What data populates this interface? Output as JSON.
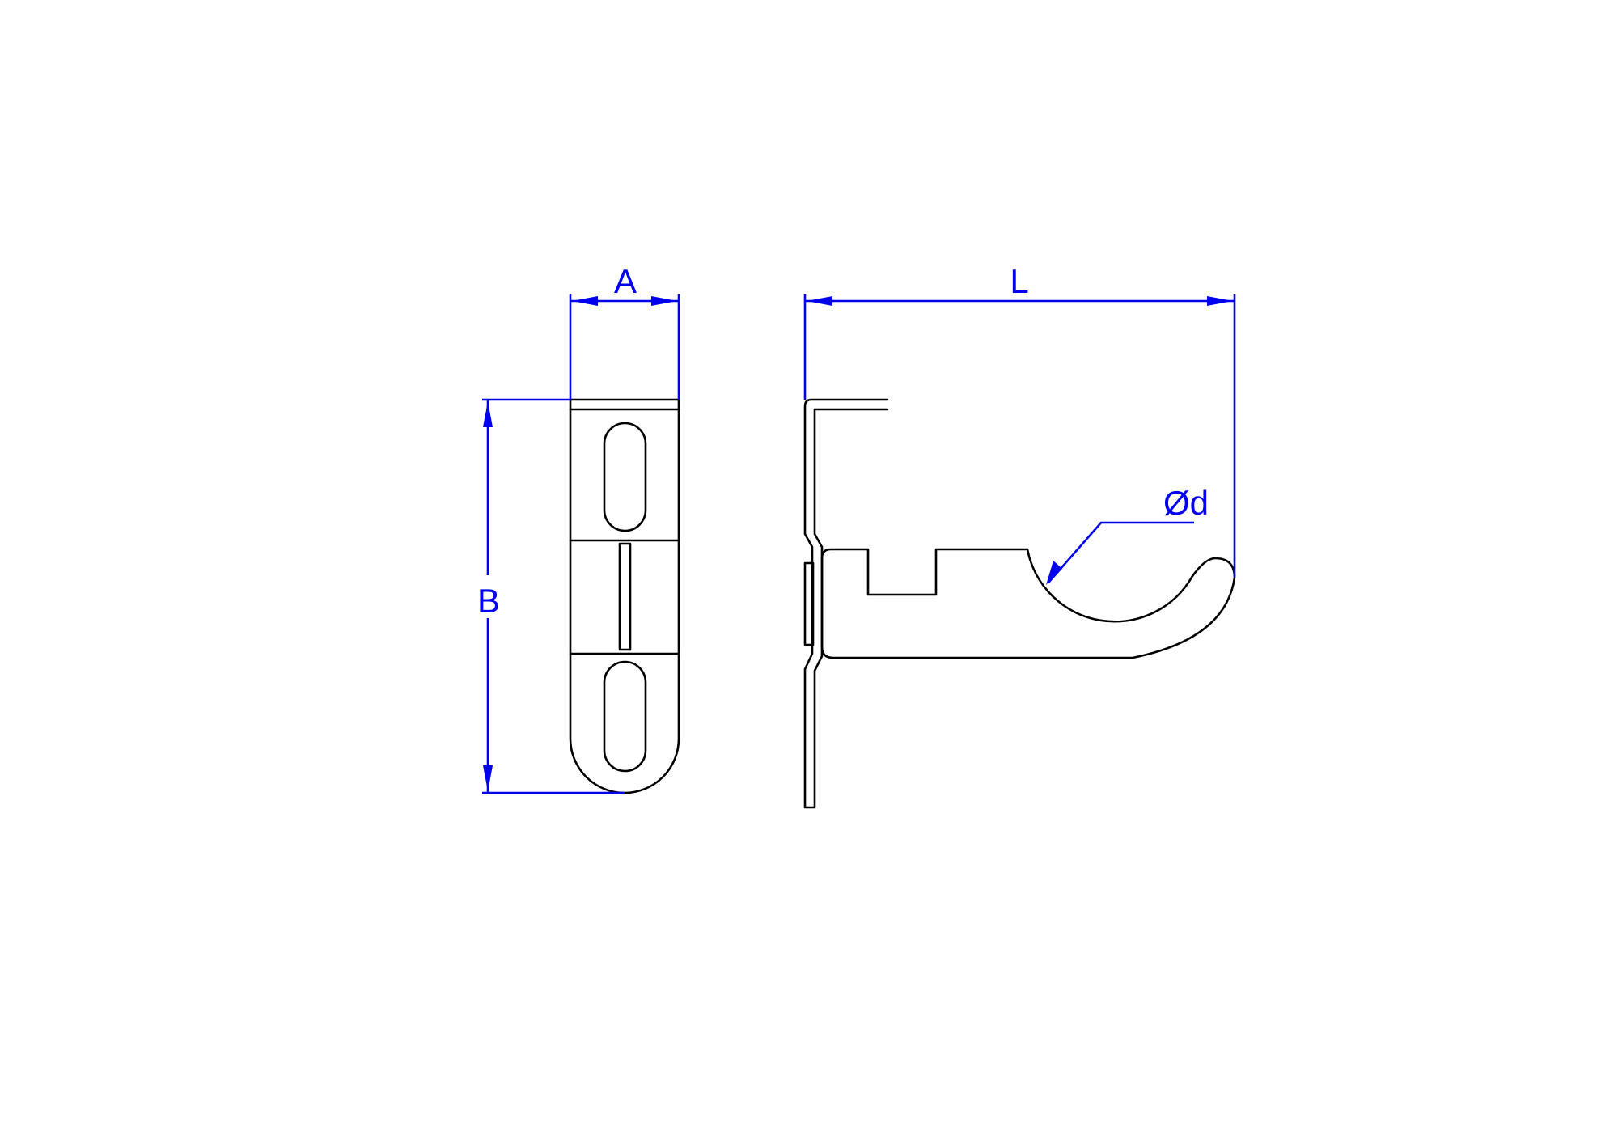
{
  "drawing": {
    "type": "technical-drawing",
    "subject": "wall bracket / hook, two orthographic views",
    "colors": {
      "part_outline": "#000000",
      "dimensions": "#0000ee",
      "background": "#ffffff"
    },
    "views": [
      {
        "name": "front-view",
        "features": [
          "top slot",
          "center rectangular slot",
          "bottom slot",
          "rounded bottom end"
        ]
      },
      {
        "name": "side-view",
        "features": [
          "bent mounting plate",
          "horizontal arm with notch",
          "semicircular rod cradle",
          "hooked tip"
        ]
      }
    ]
  },
  "dimensions": {
    "width_label": "A",
    "height_label": "B",
    "length_label": "L",
    "diameter_label": "Ød"
  }
}
